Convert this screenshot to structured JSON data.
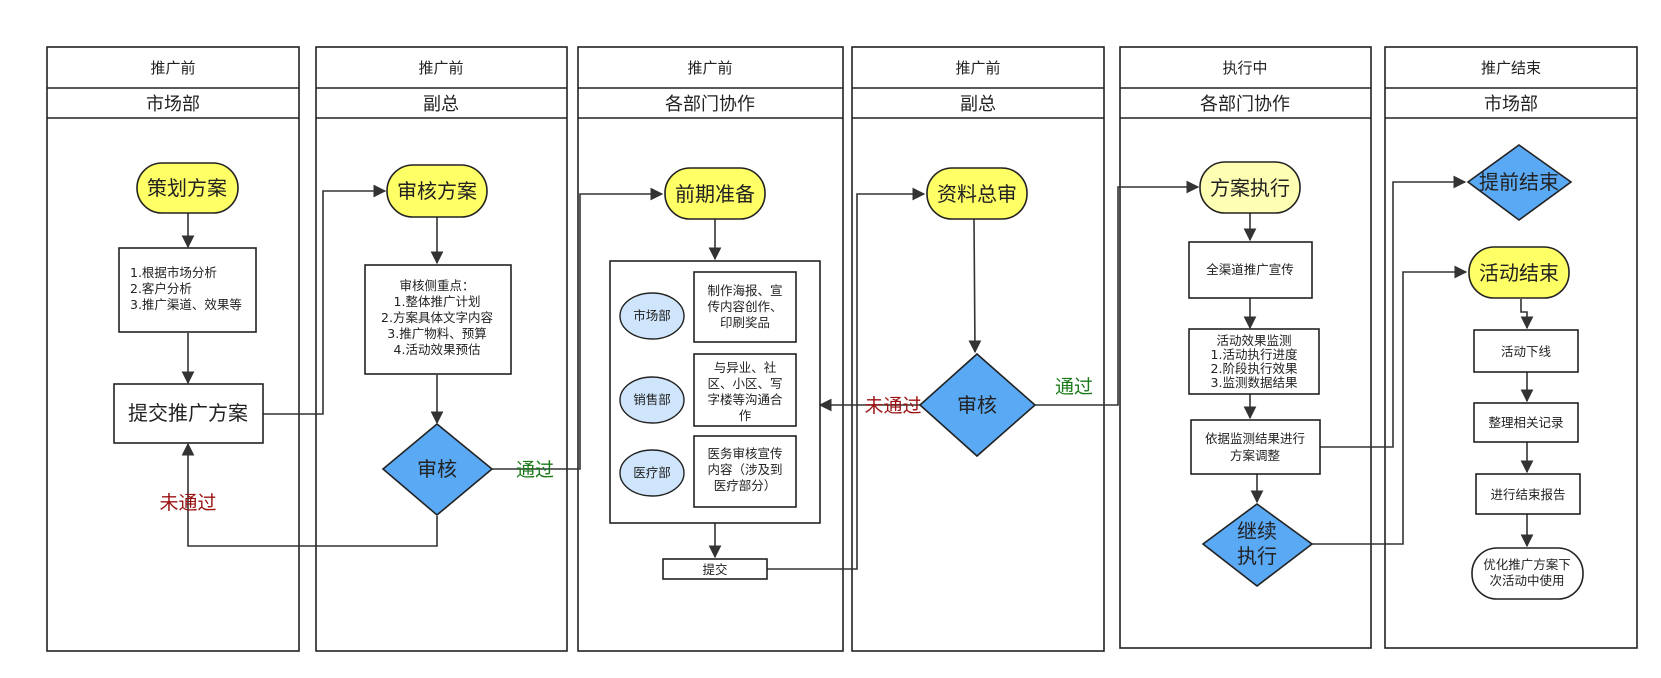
{
  "lanes": [
    {
      "phase": "推广前",
      "dept": "市场部"
    },
    {
      "phase": "推广前",
      "dept": "副总"
    },
    {
      "phase": "推广前",
      "dept": "各部门协作"
    },
    {
      "phase": "推广前",
      "dept": "副总"
    },
    {
      "phase": "执行中",
      "dept": "各部门协作"
    },
    {
      "phase": "推广结束",
      "dept": "市场部"
    }
  ],
  "lane1": {
    "plan": "策划方案",
    "notes": [
      "1.根据市场分析",
      "2.客户分析",
      "3.推广渠道、效果等"
    ],
    "submit_plan": "提交推广方案"
  },
  "lane2": {
    "review_plan": "审核方案",
    "focus": [
      "审核侧重点：",
      "1.整体推广计划",
      "2.方案具体文字内容",
      "3.推广物料、预算",
      "4.活动效果预估"
    ],
    "review": "审核"
  },
  "lane3": {
    "prep": "前期准备",
    "depts": [
      {
        "name": "市场部",
        "task": [
          "制作海报、宣",
          "传内容创作、",
          "印刷奖品"
        ]
      },
      {
        "name": "销售部",
        "task": [
          "与异业、社",
          "区、小区、写",
          "字楼等沟通合",
          "作"
        ]
      },
      {
        "name": "医疗部",
        "task": [
          "医务审核宣传",
          "内容（涉及到",
          "医疗部分）"
        ]
      }
    ],
    "submit": "提交"
  },
  "lane4": {
    "final_review": "资料总审",
    "review": "审核"
  },
  "lane5": {
    "execute": "方案执行",
    "promo": "全渠道推广宣传",
    "monitor": [
      "活动效果监测",
      "1.活动执行进度",
      "2.阶段执行效果",
      "3.监测数据结果"
    ],
    "adjust": [
      "依据监测结果进行",
      "方案调整"
    ],
    "continue": [
      "继续",
      "执行"
    ]
  },
  "lane6": {
    "early_end": "提前结束",
    "activity_end": "活动结束",
    "offline": "活动下线",
    "records": "整理相关记录",
    "report": "进行结束报告",
    "optimize": [
      "优化推广方案下",
      "次活动中使用"
    ]
  },
  "edge_labels": {
    "pass": "通过",
    "fail": "未通过"
  },
  "colors": {
    "terminal": "#ffff66",
    "terminal_light": "#ffffb3",
    "decision": "#5aa9f5",
    "dept_ellipse": "#cfe5fb",
    "pass_text": "#1a7a1a",
    "fail_text": "#9b1111"
  }
}
